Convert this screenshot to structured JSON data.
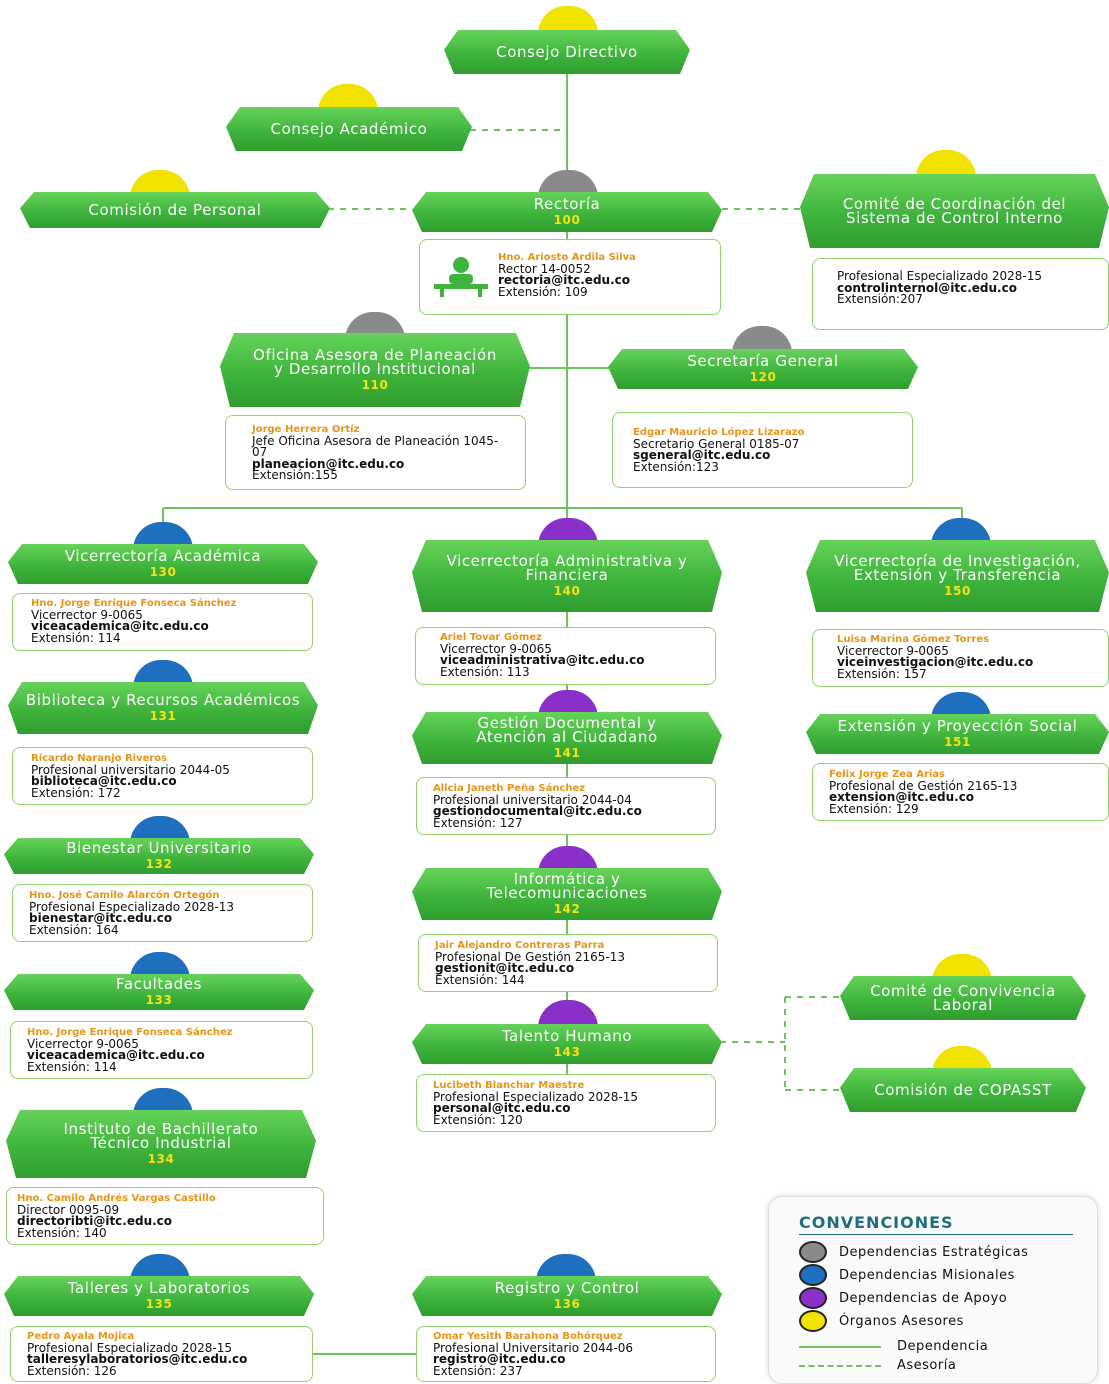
{
  "colors": {
    "strategic": "#8a8a8a",
    "missional": "#1f6fbf",
    "support": "#8a2fc8",
    "advisory": "#f2e200",
    "line": "#6cc45a"
  },
  "nodes": {
    "consejo_directivo": {
      "title": "Consejo Directivo"
    },
    "consejo_academico": {
      "title": "Consejo Académico"
    },
    "comision_personal": {
      "title": "Comisión de Personal"
    },
    "rectoria": {
      "title": "Rectoría",
      "code": "100",
      "person": "Hno. Ariosto Ardila Silva",
      "role": "Rector 14-0052",
      "email": "rectoria@itc.edu.co",
      "ext": "Extensión: 109"
    },
    "comite_control": {
      "title": "Comité de Coordinación del Sistema de Control Interno",
      "role": "Profesional Especializado 2028-15",
      "email": "controlinternol@itc.edu.co",
      "ext": "Extensión:207"
    },
    "planeacion": {
      "title": "Oficina Asesora de Planeación y Desarrollo Institucional",
      "code": "110",
      "person": "Jorge Herrera Ortíz",
      "role": "Jefe Oficina Asesora de Planeación 1045-07",
      "email": "planeacion@itc.edu.co",
      "ext": "Extensión:155"
    },
    "secretaria": {
      "title": "Secretaría General",
      "code": "120",
      "person": "Edgar Mauricio López Lizarazo",
      "role": "Secretario General 0185-07",
      "email": "sgeneral@itc.edu.co",
      "ext": "Extensión:123"
    },
    "vic_academica": {
      "title": "Vicerrectoría Académica",
      "code": "130",
      "person": "Hno. Jorge Enrique Fonseca Sánchez",
      "role": "Vicerrector 9-0065",
      "email": "viceacademica@itc.edu.co",
      "ext": "Extensión: 114"
    },
    "vic_admin": {
      "title": "Vicerrectoría Administrativa y Financiera",
      "code": "140",
      "person": "Ariel Tovar Gómez",
      "role": "Vicerrector 9-0065",
      "email": "viceadministrativa@itc.edu.co",
      "ext": "Extensión: 113"
    },
    "vic_invest": {
      "title": "Vicerrectoría de Investigación, Extensión y Transferencia",
      "code": "150",
      "person": "Luisa Marina Gómez Torres",
      "role": "Vicerrector 9-0065",
      "email": "viceinvestigacion@itc.edu.co",
      "ext": "Extensión: 157"
    },
    "biblioteca": {
      "title": "Biblioteca y Recursos Académicos",
      "code": "131",
      "person": "Ricardo Naranjo Riveros",
      "role": "Profesional universitario 2044-05",
      "email": "biblioteca@itc.edu.co",
      "ext": "Extensión: 172"
    },
    "gestion_doc": {
      "title": "Gestión Documental y Atención al Ciudadano",
      "code": "141",
      "person": "Alicia Janeth Peña Sánchez",
      "role": "Profesional universitario 2044-04",
      "email": "gestiondocumental@itc.edu.co",
      "ext": "Extensión: 127"
    },
    "extension": {
      "title": "Extensión y Proyección Social",
      "code": "151",
      "person": "Felix Jorge Zea Arias",
      "role": "Profesional de Gestión 2165-13",
      "email": "extension@itc.edu.co",
      "ext": "Extensión: 129"
    },
    "bienestar": {
      "title": "Bienestar Universitario",
      "code": "132",
      "person": "Hno. José Camilo Alarcón Ortegón",
      "role": "Profesional Especializado 2028-13",
      "email": "bienestar@itc.edu.co",
      "ext": "Extensión: 164"
    },
    "informatica": {
      "title": "Informática y Telecomunicaciones",
      "code": "142",
      "person": "Jair Alejandro Contreras Parra",
      "role": "Profesional De Gestión 2165-13",
      "email": "gestionit@itc.edu.co",
      "ext": "Extensión: 144"
    },
    "facultades": {
      "title": "Facultades",
      "code": "133",
      "person": "Hno. Jorge Enrique Fonseca Sánchez",
      "role": "Vicerrector 9-0065",
      "email": "viceacademica@itc.edu.co",
      "ext": "Extensión: 114"
    },
    "talento": {
      "title": "Talento Humano",
      "code": "143",
      "person": "Lucibeth Blanchar Maestre",
      "role": "Profesional Especializado 2028-15",
      "email": "personal@itc.edu.co",
      "ext": "Extensión: 120"
    },
    "comite_conv": {
      "title": "Comité de Convivencia Laboral"
    },
    "copasst": {
      "title": "Comisión de COPASST"
    },
    "ibti": {
      "title": "Instituto de Bachillerato Técnico Industrial",
      "code": "134",
      "person": "Hno. Camilo Andrés Vargas Castillo",
      "role": "Director 0095-09",
      "email": "directoribti@itc.edu.co",
      "ext": "Extensión: 140"
    },
    "talleres": {
      "title": "Talleres y Laboratorios",
      "code": "135",
      "person": "Pedro Ayala Mojica",
      "role": "Profesional Especializado 2028-15",
      "email": "talleresylaboratorios@itc.edu.co",
      "ext": "Extensión: 126"
    },
    "registro": {
      "title": "Registro y Control",
      "code": "136",
      "person": "Omar Yesith Barahona Bohórquez",
      "role": "Profesional Universitario 2044-06",
      "email": "registro@itc.edu.co",
      "ext": "Extensión: 237"
    }
  },
  "legend": {
    "title": "CONVENCIONES",
    "items": [
      {
        "label": "Dependencias Estratégicas",
        "color": "#8a8a8a"
      },
      {
        "label": "Dependencias Misionales",
        "color": "#1f6fbf"
      },
      {
        "label": "Dependencias de Apoyo",
        "color": "#8a2fc8"
      },
      {
        "label": "Órganos Asesores",
        "color": "#f2e200"
      }
    ],
    "line_solid": "Dependencia",
    "line_dashed": "Asesoría"
  }
}
